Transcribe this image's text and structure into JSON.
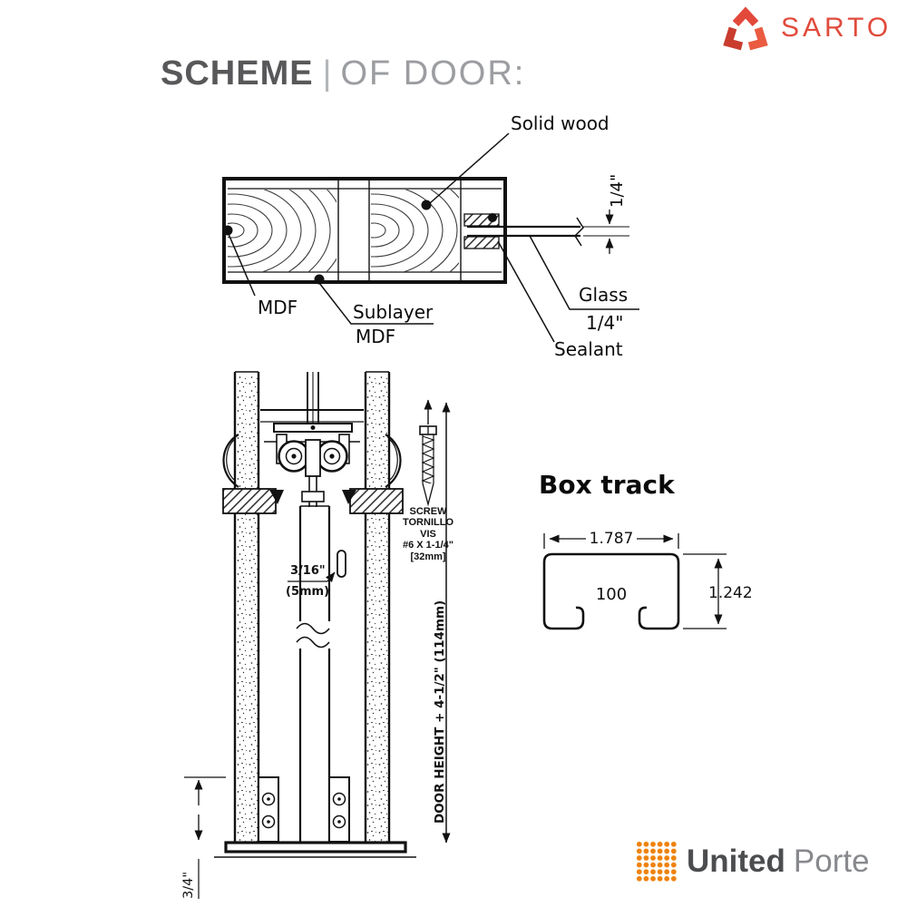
{
  "header": {
    "title_main": "SCHEME",
    "title_divider": "|",
    "title_sub": "OF DOOR:"
  },
  "sarto_logo": {
    "text": "SARTO",
    "color": "#e14b3c"
  },
  "door_section": {
    "solid_wood_label": "Solid wood",
    "glass_thickness_dim": "1/4\"",
    "mdf_label": "MDF",
    "sublayer_line1": "Sublayer",
    "sublayer_line2": "MDF",
    "glass_line1": "Glass",
    "glass_line2": "1/4\"",
    "sealant_label": "Sealant"
  },
  "mechanism": {
    "screw_line1": "SCREW",
    "screw_line2": "TORNILLO",
    "screw_line3": "VIS",
    "screw_line4": "#6 X 1-1/4\"",
    "screw_line5": "[32mm]",
    "slot_line1": "3/16\"",
    "slot_line2": "(5mm)",
    "door_height_dim": "DOOR HEIGHT + 4-1/2\" (114mm)",
    "floor_gap_dim": "3/4\""
  },
  "box_track": {
    "title": "Box track",
    "width": "1.787",
    "model": "100",
    "height": "1.242"
  },
  "footer_logo": {
    "word1": "United",
    "word2": "Porte",
    "accent_color": "#ee820d"
  }
}
